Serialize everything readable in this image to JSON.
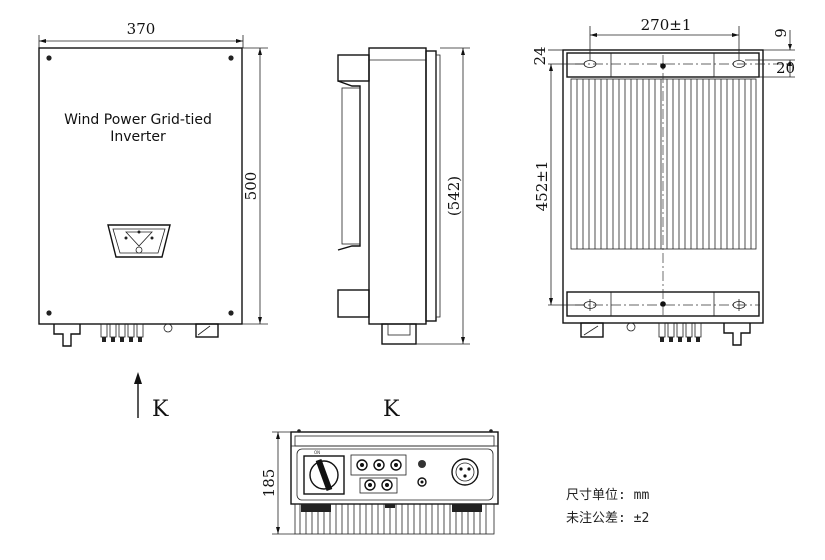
{
  "front_view": {
    "title_line1": "Wind Power Grid-tied",
    "title_line2": "Inverter",
    "width_dim": "370",
    "height_dim": "500"
  },
  "side_view": {
    "depth_dim": "(542)"
  },
  "rear_view": {
    "hole_spacing_dim": "270±1",
    "vertical_spacing_dim": "452±1",
    "top_offset_dim": "24",
    "edge_dim_9": "9",
    "edge_dim_20": "20"
  },
  "bottom_view": {
    "view_label": "K",
    "height_dim": "185"
  },
  "view_arrow_label": "K",
  "notes": {
    "units": "尺寸单位: mm",
    "tolerance": "未注公差: ±2"
  }
}
